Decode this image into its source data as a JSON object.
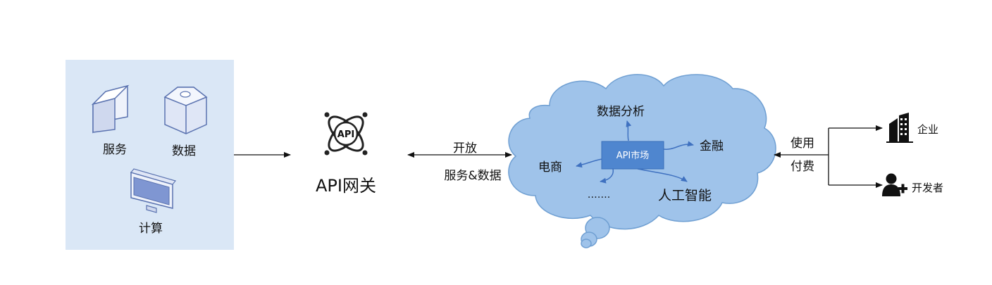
{
  "resources": {
    "service_label": "服务",
    "data_label": "数据",
    "compute_label": "计算"
  },
  "gateway": {
    "icon_text": "API",
    "label": "API网关"
  },
  "link": {
    "top_label": "开放",
    "bottom_label": "服务&数据"
  },
  "market": {
    "center_label": "API市场",
    "items": {
      "analytics": "数据分析",
      "finance": "金融",
      "ecommerce": "电商",
      "ai": "人工智能",
      "more": "……."
    }
  },
  "consumers": {
    "link_top": "使用",
    "link_bottom": "付费",
    "enterprise": "企业",
    "developer": "开发者"
  },
  "colors": {
    "panel_bg": "#dae7f6",
    "cloud_fill": "#9fc3ea",
    "cloud_stroke": "#6f9fd2",
    "market_box": "#4f86cf",
    "inner_arrow": "#3f71c0"
  }
}
